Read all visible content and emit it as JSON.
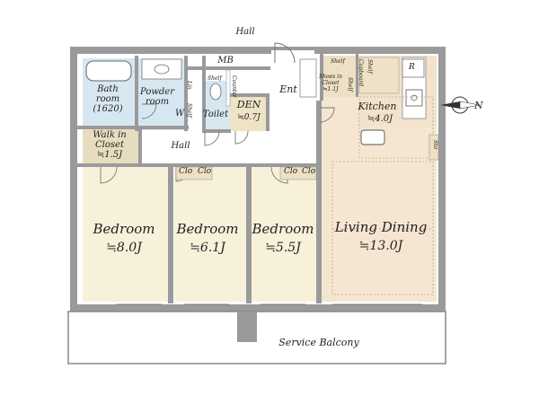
{
  "labels": {
    "hall_top": "Hall",
    "mb": "MB",
    "ent": "Ent",
    "bath": [
      "Bath",
      "room",
      "(1620)"
    ],
    "powder": [
      "Powder",
      "room"
    ],
    "lin": "Lin",
    "shelf_a": "Shelf",
    "counter": "Counter",
    "wc": "W",
    "shelf_b": "Shelf",
    "toilet": "Toilet",
    "den": "DEN",
    "den_area": "≒0.7J",
    "shelf_c": "Shelf",
    "shelf_d": "Shelf",
    "shoes": [
      "Shoes in",
      "Closet"
    ],
    "shoes_area": "≒1.1J",
    "cupboard": "Cupboard",
    "shelf_e": "Shelf",
    "r": "R",
    "kitchen": "Kitchen",
    "kitchen_area": "≒4.0J",
    "compass": "N",
    "sto": "Sto",
    "wic": [
      "Walk in",
      "Closet"
    ],
    "wic_area": "≒1.5J",
    "hall_mid": "Hall",
    "clo": [
      "Clo",
      "Clo",
      "Clo",
      "Clo"
    ],
    "bed1": "Bedroom",
    "bed1_area": "≒8.0J",
    "bed2": "Bedroom",
    "bed2_area": "≒6.1J",
    "bed3": "Bedroom",
    "bed3_area": "≒5.5J",
    "living": "Living Dining",
    "living_area": "≒13.0J",
    "balcony": "Service Balcony"
  },
  "colors": {
    "wall": "#8a8a8a",
    "bedroom_floor": "#f8f1da",
    "living_floor": "#f4e6d0",
    "wet_floor": "#d6e7f2",
    "closet_floor": "#e8dcc0"
  }
}
